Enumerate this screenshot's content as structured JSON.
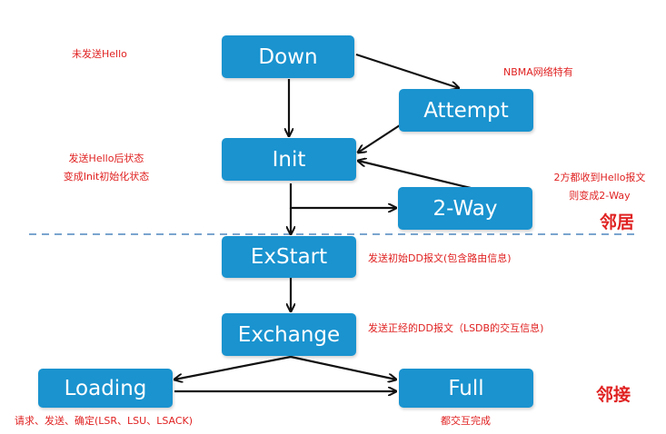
{
  "states": {
    "down": "Down",
    "attempt": "Attempt",
    "init": "Init",
    "two_way": "2-Way",
    "exstart": "ExStart",
    "exchange": "Exchange",
    "loading": "Loading",
    "full": "Full"
  },
  "notes": {
    "not_sent_hello": "未发送Hello",
    "nbma_specific": "NBMA网络特有",
    "after_hello_line1": "发送Hello后状态",
    "after_hello_line2": "变成Init初始化状态",
    "both_received_line1": "2方都收到Hello报文",
    "both_received_line2": "则变成2-Way",
    "send_initial_dd": "发送初始DD报文(包含路由信息)",
    "send_formal_dd": "发送正经的DD报文（LSDB的交互信息)",
    "request_send_confirm": "请求、发送、确定(LSR、LSU、LSACK)",
    "all_exchanged": "都交互完成"
  },
  "labels": {
    "neighbor": "邻居",
    "adjacency": "邻接"
  },
  "colors": {
    "state_fill": "#1a93cf",
    "note_text": "#e02121",
    "arrow": "#111111",
    "divider": "#2a6fb0"
  }
}
